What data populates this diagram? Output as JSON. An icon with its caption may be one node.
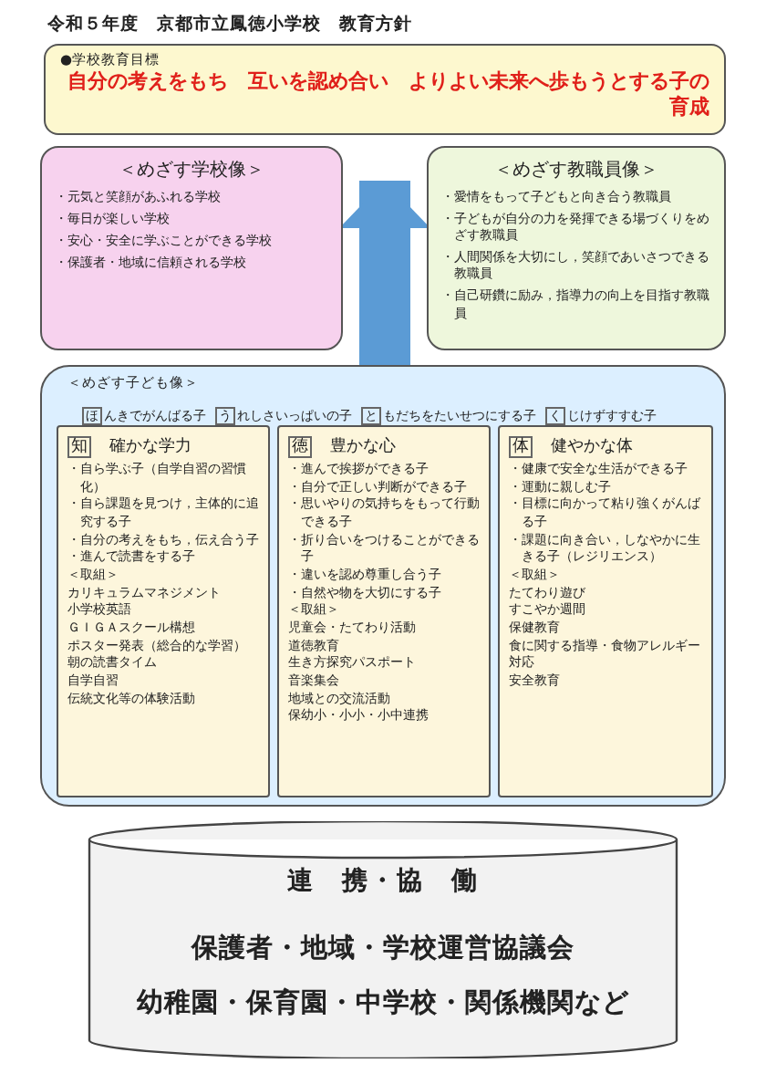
{
  "diagram": {
    "title": "令和５年度　京都市立鳳徳小学校　教育方針",
    "nodes": [
      {
        "text": [
          "●学校教育目標",
          "自分の考えをもち　互いを認め合い　よりよい未来へ歩もうとする子の育成"
        ]
      },
      {
        "text": [
          "＜めざす学校像＞",
          "・元気と笑顔があふれる学校",
          "・毎日が楽しい学校",
          "・安心・安全に学ぶことができる学校",
          "・保護者・地域に信頼される学校"
        ]
      },
      {
        "text": [
          "＜めざす教職員像＞",
          "・愛情をもって子どもと向き合う教職員",
          "・子どもが自分の力を発揮できる場づくりをめざす教職員",
          "・人間関係を大切にし，笑顔であいさつできる教職員",
          "・自己研鑽に励み，指導力の向上を目指す教職員"
        ]
      },
      {
        "text": [
          "＜めざす子ども像＞",
          "ほんきでがんばる子",
          "うれしさいっぱいの子",
          "ともだちをたいせつにする子",
          "くじけずすすむ子"
        ]
      },
      {
        "text": [
          "知　確かな学力",
          "・自ら学ぶ子（自学自習の習慣化）",
          "・自ら課題を見つけ，主体的に追究する子",
          "・自分の考えをもち，伝え合う子",
          "・進んで読書をする子",
          "＜取組＞",
          "カリキュラムマネジメント",
          "小学校英語",
          "ＧＩＧＡスクール構想",
          "ポスター発表（総合的な学習）",
          "朝の読書タイム",
          "自学自習",
          "伝統文化等の体験活動"
        ],
        "in": 3
      },
      {
        "text": [
          "徳　豊かな心",
          "・進んで挨拶ができる子",
          "・自分で正しい判断ができる子",
          "・思いやりの気持ちをもって行動できる子",
          "・折り合いをつけることができる子",
          "・違いを認め尊重し合う子",
          "・自然や物を大切にする子",
          "＜取組＞",
          "児童会・たてわり活動",
          "道徳教育",
          "生き方探究パスポート",
          "音楽集会",
          "地域との交流活動",
          "保幼小・小小・小中連携"
        ],
        "in": 3
      },
      {
        "text": [
          "体　健やかな体",
          "・健康で安全な生活ができる子",
          "・運動に親しむ子",
          "・目標に向かって粘り強くがんばる子",
          "・課題に向き合い，しなやかに生きる子（レジリエンス）",
          "＜取組＞",
          "たてわり遊び",
          "すこやか週間",
          "保健教育",
          "食に関する指導・食物アレルギー対応",
          "安全教育"
        ],
        "in": 3
      },
      {
        "text": [
          "連　携・協　働",
          "保護者・地域・学校運営協議会",
          "幼稚園・保育園・中学校・関係機関など"
        ]
      }
    ],
    "edges": [
      {
        "from": 3,
        "to": 0,
        "arrow": "to",
        "color": "#5b9bd5"
      }
    ]
  }
}
